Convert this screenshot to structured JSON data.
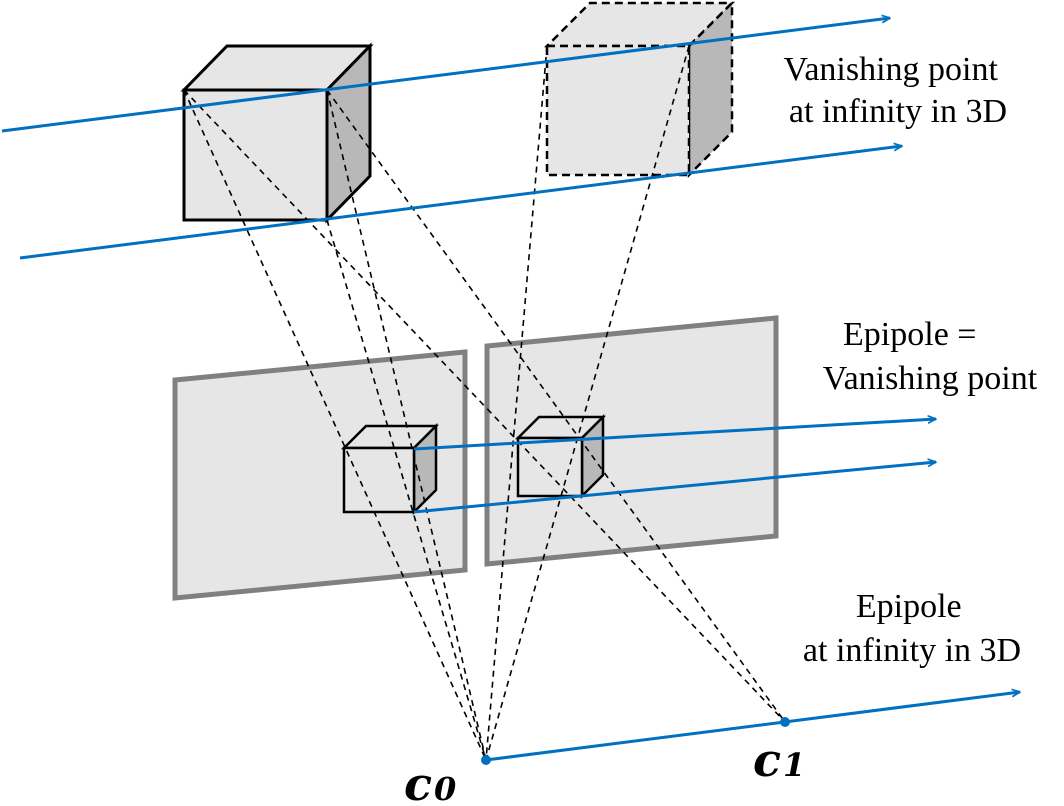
{
  "labels": {
    "vanishing_point": [
      "Vanishing point",
      "at infinity in 3D"
    ],
    "epipole_equals": [
      "Epipole =",
      "Vanishing point"
    ],
    "epipole_infinity": [
      "Epipole",
      "at infinity in 3D"
    ]
  },
  "cameras": [
    {
      "base": "c",
      "sub": "0"
    },
    {
      "base": "c",
      "sub": "1"
    }
  ],
  "colors": {
    "line": "#0070c0",
    "plane_fill": "#e6e6e6",
    "plane_border": "#808080",
    "cube_face": "#e6e6e6",
    "cube_side": "#b8b8b8"
  }
}
